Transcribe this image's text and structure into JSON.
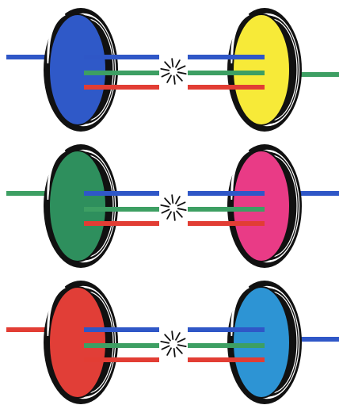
{
  "figure": {
    "rows": [
      {
        "left_filter": {
          "name": "blue",
          "color": "#2f59c8"
        },
        "right_filter": {
          "name": "yellow",
          "color": "#f7ea38"
        },
        "incoming_beam": {
          "name": "blue",
          "color": "#2f57c7"
        },
        "middle_beams": [
          {
            "name": "blue",
            "color": "#2f57c7"
          },
          {
            "name": "green",
            "color": "#3d9f63"
          },
          {
            "name": "red",
            "color": "#e23d34"
          }
        ],
        "outgoing_beam": {
          "name": "green",
          "color": "#3d9f63"
        }
      },
      {
        "left_filter": {
          "name": "green",
          "color": "#2e8f5d"
        },
        "right_filter": {
          "name": "magenta",
          "color": "#e93b86"
        },
        "incoming_beam": {
          "name": "green",
          "color": "#3d9f63"
        },
        "middle_beams": [
          {
            "name": "blue",
            "color": "#2f57c7"
          },
          {
            "name": "green",
            "color": "#3d9f63"
          },
          {
            "name": "red",
            "color": "#e23d34"
          }
        ],
        "outgoing_beam": {
          "name": "blue",
          "color": "#2f57c7"
        }
      },
      {
        "left_filter": {
          "name": "red",
          "color": "#e13e37"
        },
        "right_filter": {
          "name": "cyan",
          "color": "#2d94d4"
        },
        "incoming_beam": {
          "name": "red",
          "color": "#e23d34"
        },
        "middle_beams": [
          {
            "name": "blue",
            "color": "#2f57c7"
          },
          {
            "name": "green",
            "color": "#3d9f63"
          },
          {
            "name": "red",
            "color": "#e23d34"
          }
        ],
        "outgoing_beam": {
          "name": "blue",
          "color": "#2f57c7"
        }
      }
    ],
    "frame_color": "#111111",
    "frame_highlight_color": "#ffffff",
    "burst_icon": "burst-icon"
  }
}
